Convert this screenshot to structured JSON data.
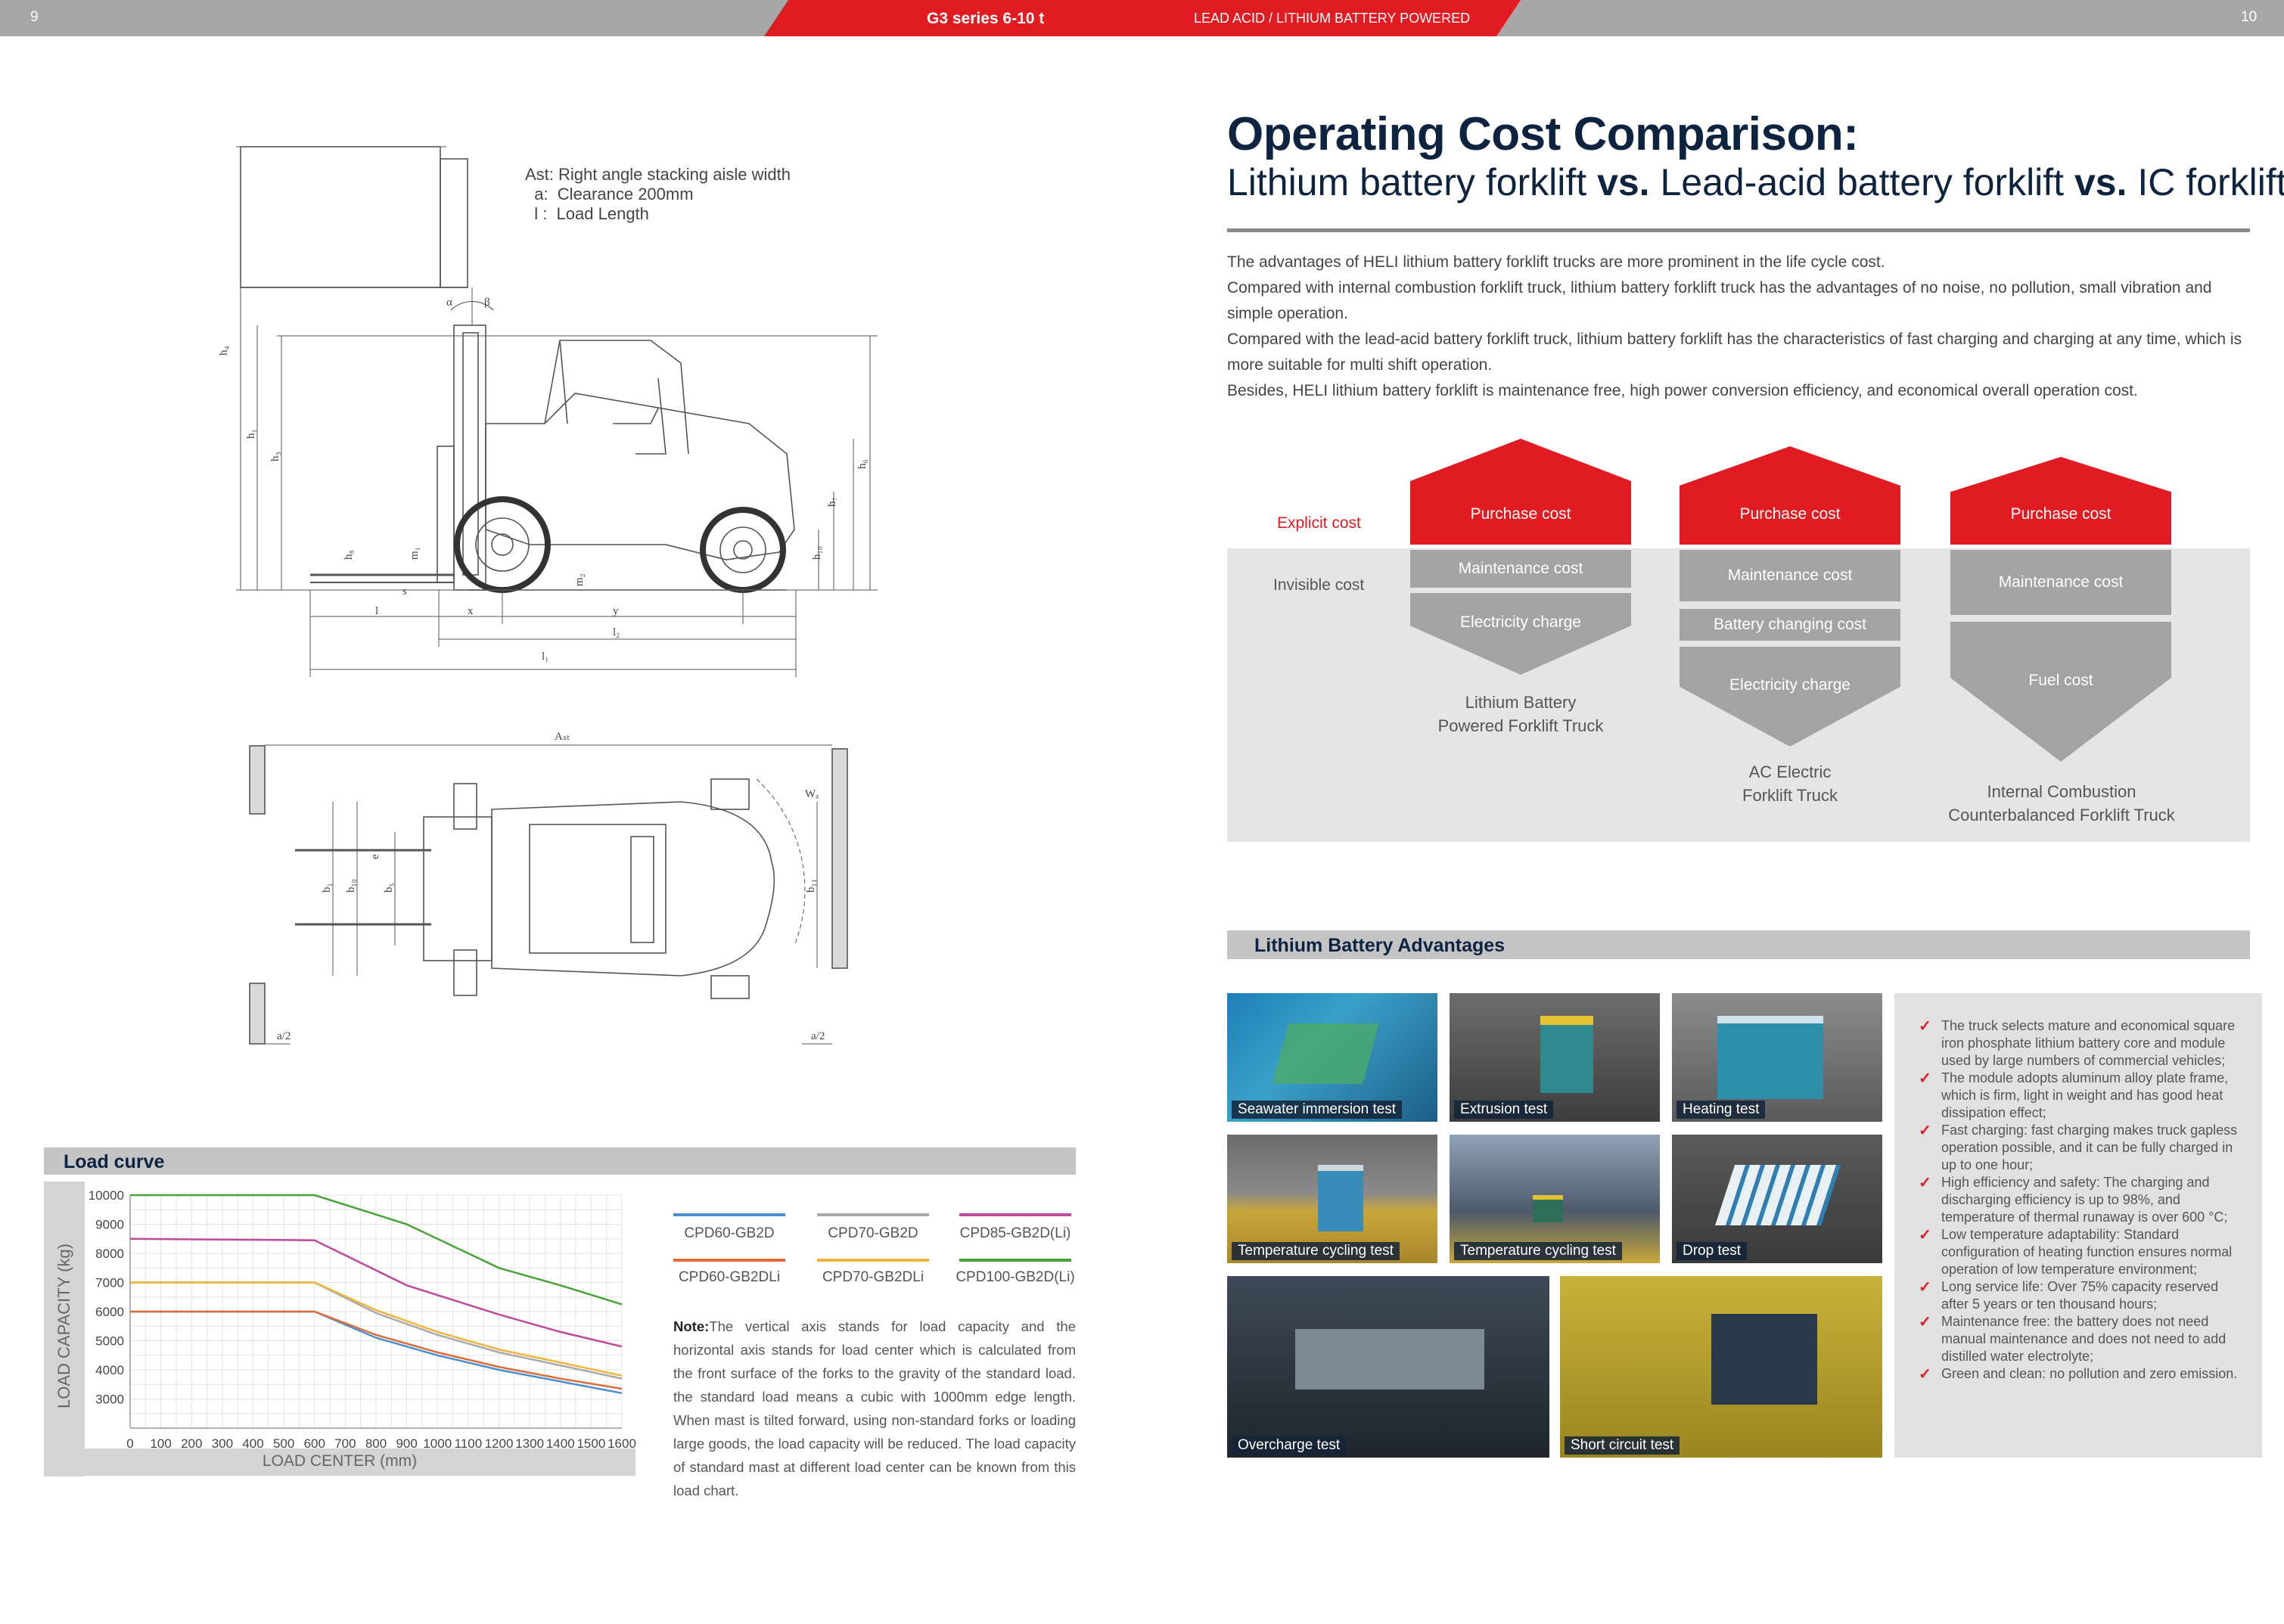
{
  "header": {
    "page_left": "9",
    "page_right": "10",
    "series": "G3 series 6-10 t",
    "power": "LEAD ACID / LITHIUM BATTERY POWERED"
  },
  "drawing": {
    "legend": [
      "Ast: Right angle stacking aisle width",
      "  a:  Clearance 200mm",
      "  l :  Load Length"
    ],
    "dims": {
      "h4": "h₄",
      "h1": "h₁",
      "h3": "h₃",
      "h6": "h₆",
      "h7": "h₇",
      "h10": "h₁₀",
      "h8": "h₈",
      "m1": "m₁",
      "m2": "m₂",
      "s": "s",
      "alpha": "α",
      "beta": "β",
      "l": "l",
      "x": "x",
      "y": "y",
      "l2": "l₂",
      "l1": "l₁",
      "Ast": "Aₛₜ",
      "Wa": "Wₐ",
      "b1": "b₁",
      "b10": "b₁₀",
      "b5": "b₅",
      "b11": "b₁₁",
      "e": "e",
      "a2": "a/2"
    }
  },
  "title": {
    "line1": "Operating Cost Comparison:",
    "line2_a": "Lithium battery forklift ",
    "vs": "vs.",
    "line2_b": " Lead-acid battery forklift ",
    "line2_c": " IC forklift"
  },
  "intro": [
    "The advantages of HELI lithium battery forklift trucks are more prominent in the life cycle cost.",
    "Compared with internal combustion forklift truck, lithium battery forklift truck has the advantages of no noise, no pollution, small vibration and simple operation.",
    "Compared with the lead-acid battery forklift truck, lithium battery forklift has the characteristics of fast charging and charging at any time, which is more suitable for multi shift operation.",
    "Besides, HELI lithium battery forklift is maintenance free, high power conversion efficiency, and economical overall operation cost."
  ],
  "cost": {
    "explicit": "Explicit cost",
    "invisible": "Invisible cost",
    "columns": [
      {
        "purchase": "Purchase cost",
        "items": [
          "Maintenance cost",
          "Electricity charge"
        ],
        "caption": [
          "Lithium Battery",
          "Powered Forklift Truck"
        ]
      },
      {
        "purchase": "Purchase cost",
        "items": [
          "Maintenance cost",
          "Battery changing cost",
          "Electricity charge"
        ],
        "caption": [
          "AC Electric",
          "Forklift Truck"
        ]
      },
      {
        "purchase": "Purchase cost",
        "items": [
          "Maintenance cost",
          "Fuel cost"
        ],
        "caption": [
          "Internal Combustion",
          "Counterbalanced Forklift Truck"
        ]
      }
    ]
  },
  "advantages": {
    "title": "Lithium Battery Advantages",
    "photos": [
      "Seawater immersion test",
      "Extrusion test",
      "Heating test",
      "Temperature cycling test",
      "Temperature cycling test",
      "Drop test",
      "Overcharge test",
      "Short circuit test"
    ],
    "check": "✓",
    "items": [
      "The truck selects mature and economical square iron phosphate lithium battery core and module used by large numbers of commercial vehicles;",
      "The module adopts aluminum alloy plate frame, which is firm, light in weight and has good heat dissipation effect;",
      "Fast charging: fast charging makes truck gapless operation possible, and it can be fully charged in up to one hour;",
      "High efficiency and safety: The charging and discharging efficiency is up to 98%, and temperature of thermal runaway is over 600 °C;",
      "Low temperature adaptability: Standard configuration of heating function ensures normal operation of low temperature environment;",
      "Long service life: Over 75% capacity reserved after 5 years or ten thousand hours;",
      "Maintenance free: the battery does not need manual maintenance and does not need to add distilled water electrolyte;",
      "Green and clean: no pollution and zero emission."
    ]
  },
  "load_curve": {
    "title": "Load curve",
    "note_label": "Note:",
    "note": "The vertical axis stands for load capacity and the horizontal axis stands for load center which is calculated from the front surface of the forks to the gravity of the standard load. the standard load means a cubic with 1000mm edge length.  When mast is tilted forward, using non-standard forks or loading large goods, the load capacity will be reduced.  The load capacity of standard mast at different load center can be known from this load chart."
  },
  "chart_data": {
    "type": "line",
    "xlabel": "LOAD CENTER (mm)",
    "ylabel": "LOAD CAPACITY (kg)",
    "x": [
      0,
      100,
      200,
      300,
      400,
      500,
      600,
      700,
      800,
      900,
      1000,
      1100,
      1200,
      1300,
      1400,
      1500,
      1600
    ],
    "x_ticks": [
      "0",
      "100",
      "200",
      "300",
      "400",
      "500",
      "600",
      "700",
      "800",
      "900",
      "1000",
      "1100",
      "1200",
      "1300",
      "1400",
      "1500",
      "1600"
    ],
    "y_ticks": [
      3000,
      4000,
      5000,
      6000,
      7000,
      8000,
      9000,
      10000
    ],
    "ylim": [
      2000,
      10000
    ],
    "xlim": [
      0,
      1600
    ],
    "grid": true,
    "legend_position": "right",
    "series": [
      {
        "name": "CPD60-GB2D",
        "color": "#4a8fd0",
        "points": [
          [
            0,
            6000
          ],
          [
            600,
            6000
          ],
          [
            800,
            5100
          ],
          [
            1000,
            4500
          ],
          [
            1200,
            4000
          ],
          [
            1400,
            3600
          ],
          [
            1600,
            3200
          ]
        ]
      },
      {
        "name": "CPD70-GB2D",
        "color": "#a9a9a9",
        "points": [
          [
            0,
            7000
          ],
          [
            600,
            7000
          ],
          [
            800,
            5950
          ],
          [
            1000,
            5200
          ],
          [
            1200,
            4600
          ],
          [
            1400,
            4150
          ],
          [
            1600,
            3700
          ]
        ]
      },
      {
        "name": "CPD85-GB2D(Li)",
        "color": "#c04a9c",
        "points": [
          [
            0,
            8500
          ],
          [
            600,
            8450
          ],
          [
            900,
            6900
          ],
          [
            1200,
            5900
          ],
          [
            1400,
            5300
          ],
          [
            1600,
            4800
          ]
        ]
      },
      {
        "name": "CPD60-GB2DLi",
        "color": "#e06b3a",
        "points": [
          [
            0,
            6000
          ],
          [
            600,
            6000
          ],
          [
            800,
            5200
          ],
          [
            1000,
            4600
          ],
          [
            1200,
            4100
          ],
          [
            1400,
            3700
          ],
          [
            1600,
            3350
          ]
        ]
      },
      {
        "name": "CPD70-GB2DLi",
        "color": "#f0b43c",
        "points": [
          [
            0,
            7000
          ],
          [
            600,
            7000
          ],
          [
            800,
            6050
          ],
          [
            1000,
            5300
          ],
          [
            1200,
            4700
          ],
          [
            1400,
            4250
          ],
          [
            1600,
            3800
          ]
        ]
      },
      {
        "name": "CPD100-GB2D(Li)",
        "color": "#4aa23a",
        "points": [
          [
            0,
            10000
          ],
          [
            600,
            10000
          ],
          [
            900,
            9000
          ],
          [
            1200,
            7500
          ],
          [
            1400,
            6900
          ],
          [
            1600,
            6250
          ]
        ]
      }
    ]
  }
}
